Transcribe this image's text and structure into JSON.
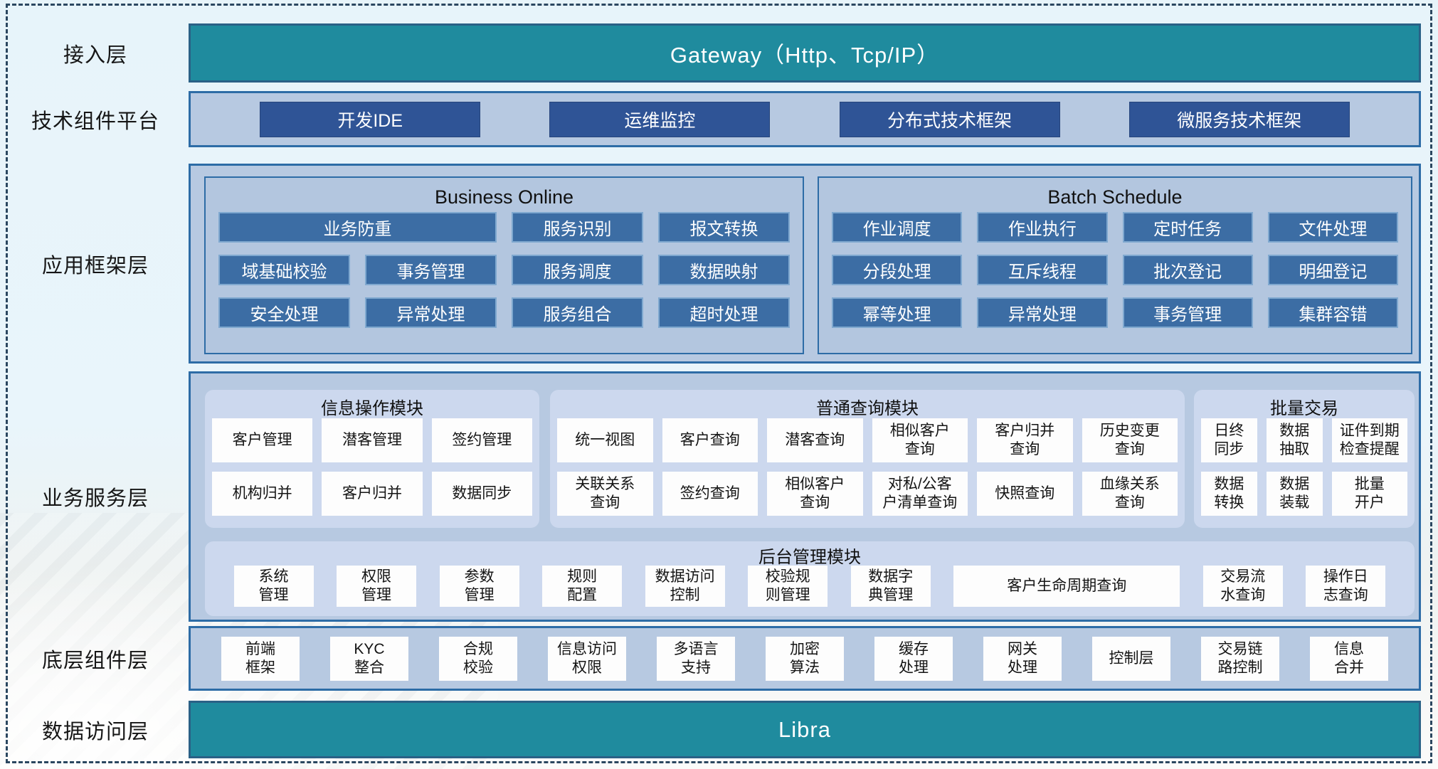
{
  "access_layer": {
    "label": "接入层",
    "title": "Gateway（Http、Tcp/IP）"
  },
  "tech_platform": {
    "label": "技术组件平台",
    "items": [
      "开发IDE",
      "运维监控",
      "分布式技术框架",
      "微服务技术框架"
    ]
  },
  "app_framework": {
    "label": "应用框架层",
    "business_online": {
      "title": "Business Online",
      "rows": [
        [
          {
            "text": "业务防重",
            "span": 2
          },
          "服务识别",
          "报文转换"
        ],
        [
          "域基础校验",
          "事务管理",
          "服务调度",
          "数据映射"
        ],
        [
          "安全处理",
          "异常处理",
          "服务组合",
          "超时处理"
        ]
      ]
    },
    "batch_schedule": {
      "title": "Batch Schedule",
      "rows": [
        [
          "作业调度",
          "作业执行",
          "定时任务",
          "文件处理"
        ],
        [
          "分段处理",
          "互斥线程",
          "批次登记",
          "明细登记"
        ],
        [
          "幂等处理",
          "异常处理",
          "事务管理",
          "集群容错"
        ]
      ]
    }
  },
  "business_service": {
    "label": "业务服务层",
    "info_module": {
      "title": "信息操作模块",
      "rows": [
        [
          "客户管理",
          "潜客管理",
          "签约管理"
        ],
        [
          "机构归并",
          "客户归并",
          "数据同步"
        ]
      ]
    },
    "query_module": {
      "title": "普通查询模块",
      "rows": [
        [
          "统一视图",
          "客户查询",
          "潜客查询",
          "相似客户\n查询",
          "客户归并\n查询",
          "历史变更\n查询"
        ],
        [
          "关联关系\n查询",
          "签约查询",
          "相似客户\n查询",
          "对私/公客\n户清单查询",
          "快照查询",
          "血缘关系\n查询"
        ]
      ]
    },
    "batch_module": {
      "title": "批量交易",
      "rows": [
        [
          "日终\n同步",
          "数据\n抽取",
          "证件到期\n检查提醒"
        ],
        [
          "数据\n转换",
          "数据\n装载",
          "批量\n开户"
        ]
      ]
    },
    "admin_module": {
      "title": "后台管理模块",
      "items": [
        "系统\n管理",
        "权限\n管理",
        "参数\n管理",
        "规则\n配置",
        "数据访问\n控制",
        "校验规\n则管理",
        "数据字\n典管理",
        {
          "text": "客户生命周期查询",
          "wide": true
        },
        "交易流\n水查询",
        "操作日\n志查询"
      ]
    }
  },
  "base_components": {
    "label": "底层组件层",
    "items": [
      "前端\n框架",
      "KYC\n整合",
      "合规\n校验",
      "信息访问\n权限",
      "多语言\n支持",
      "加密\n算法",
      "缓存\n处理",
      "网关\n处理",
      "控制层",
      "交易链\n路控制",
      "信息\n合并"
    ]
  },
  "data_access": {
    "label": "数据访问层",
    "title": "Libra"
  },
  "colors": {
    "teal": "#1f8b9e",
    "navy_button": "#2f5496",
    "steel_button": "#3c6da4",
    "container_fill": "#b7c9e1",
    "module_fill": "#ccd8ee",
    "border_blue": "#2d6ca6",
    "dashed_frame": "#2b4760"
  }
}
